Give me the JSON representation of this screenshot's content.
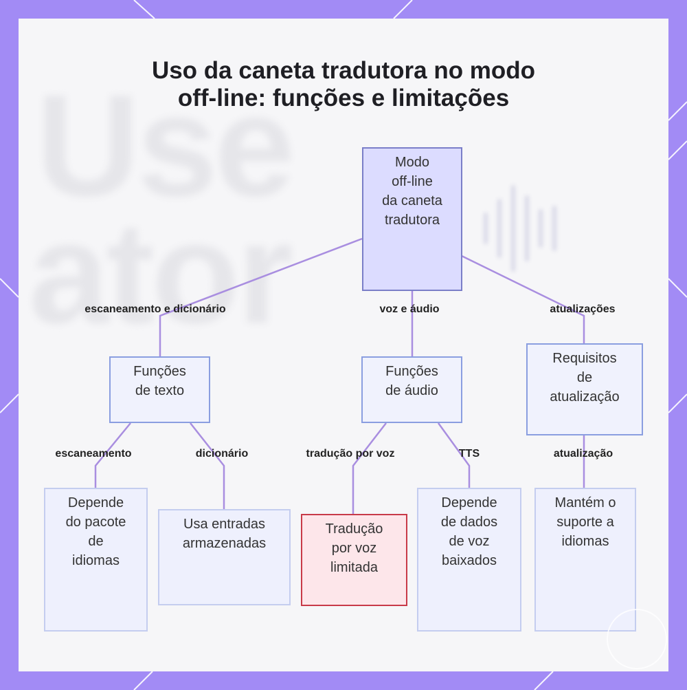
{
  "title": {
    "line1": "Uso da caneta tradutora no modo",
    "line2": "off-line: funções e limitações"
  },
  "background_words": [
    "Use",
    "ator"
  ],
  "colors": {
    "frame": "#a28bf5",
    "card": "#f6f6f8",
    "edge": "#a98ee0",
    "root_fill": "#dcdcff",
    "root_border": "#7a7ec8",
    "warn_fill": "#fde6ea",
    "warn_border": "#c83a48"
  },
  "nodes": {
    "root": "Modo\noff-line\nda caneta\ntradutora",
    "text_functions": "Funções\nde texto",
    "audio_functions": "Funções\nde áudio",
    "update_requirements": "Requisitos\nde\natualização",
    "language_pack": "Depende\ndo pacote\nde\nidiomas",
    "stored_entries": "Usa entradas\narmazenadas",
    "limited_voice": "Tradução\npor voz\nlimitada",
    "voice_data": "Depende\nde dados\nde voz\nbaixados",
    "language_support": "Mantém o\nsuporte a\nidiomas"
  },
  "edge_labels": {
    "scan_dict": "escaneamento e dicionário",
    "voice_audio": "voz e áudio",
    "updates": "atualizações",
    "scanning": "escaneamento",
    "dictionary": "dicionário",
    "voice_translation": "tradução por voz",
    "tts": "TTS",
    "update": "atualização"
  }
}
